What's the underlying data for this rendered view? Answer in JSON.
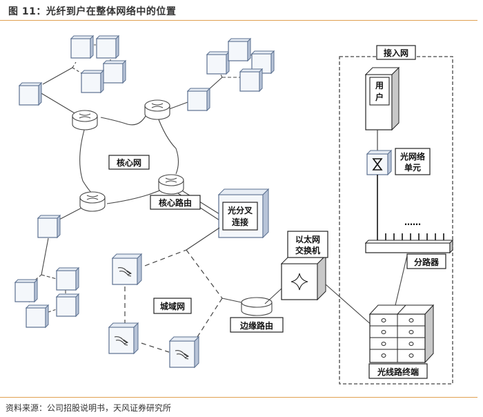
{
  "figure": {
    "title": "图 11：光纤到户在整体网络中的位置",
    "source": "资料来源：公司招股说明书，天风证券研究所"
  },
  "labels": {
    "core_network": "核心网",
    "core_router": "核心路由",
    "optical_cross_connect": [
      "光分叉",
      "连接"
    ],
    "metro_network": "城域网",
    "edge_router": "边缘路由",
    "ethernet_switch": [
      "以太网",
      "交换机"
    ],
    "access_network": "接入网",
    "user": [
      "用",
      "户"
    ],
    "onu": [
      "光网络",
      "单元"
    ],
    "splitter": "分路器",
    "splitter_dots": "……",
    "olt": "光线路终端"
  },
  "colors": {
    "accent_rule": "#e0a050",
    "node_fill": "#f4f7fb",
    "node_stroke": "#5a6f8f",
    "node_side": "#b8c4d8"
  }
}
